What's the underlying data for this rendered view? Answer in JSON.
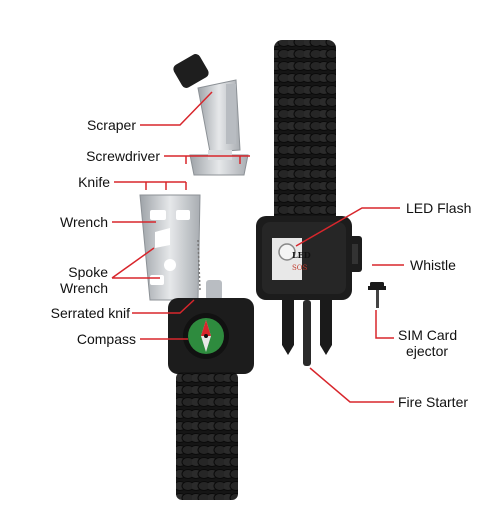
{
  "colors": {
    "leader": "#d8262c",
    "cord": "#1a1a1a",
    "steel": "#c9ccd0",
    "buckle": "#1c1c1c",
    "compass_face": "#2e8b3e"
  },
  "labels": {
    "scraper": "Scraper",
    "screwdriver": "Screwdriver",
    "knife": "Knife",
    "wrench": "Wrench",
    "spoke_wrench_1": "Spoke",
    "spoke_wrench_2": "Wrench",
    "serrated_knife": "Serrated knif",
    "compass": "Compass",
    "led_flash": "LED Flash",
    "whistle": "Whistle",
    "sim_card_1": "SIM Card",
    "sim_card_2": "ejector",
    "fire_starter": "Fire Starter"
  },
  "product_markings": {
    "led": "LED",
    "sos": "SOS"
  },
  "icons": [
    "paracord-strap",
    "multitool-card",
    "scraper-screwdriver",
    "led-module",
    "compass",
    "whistle",
    "sim-ejector",
    "fire-starter"
  ]
}
